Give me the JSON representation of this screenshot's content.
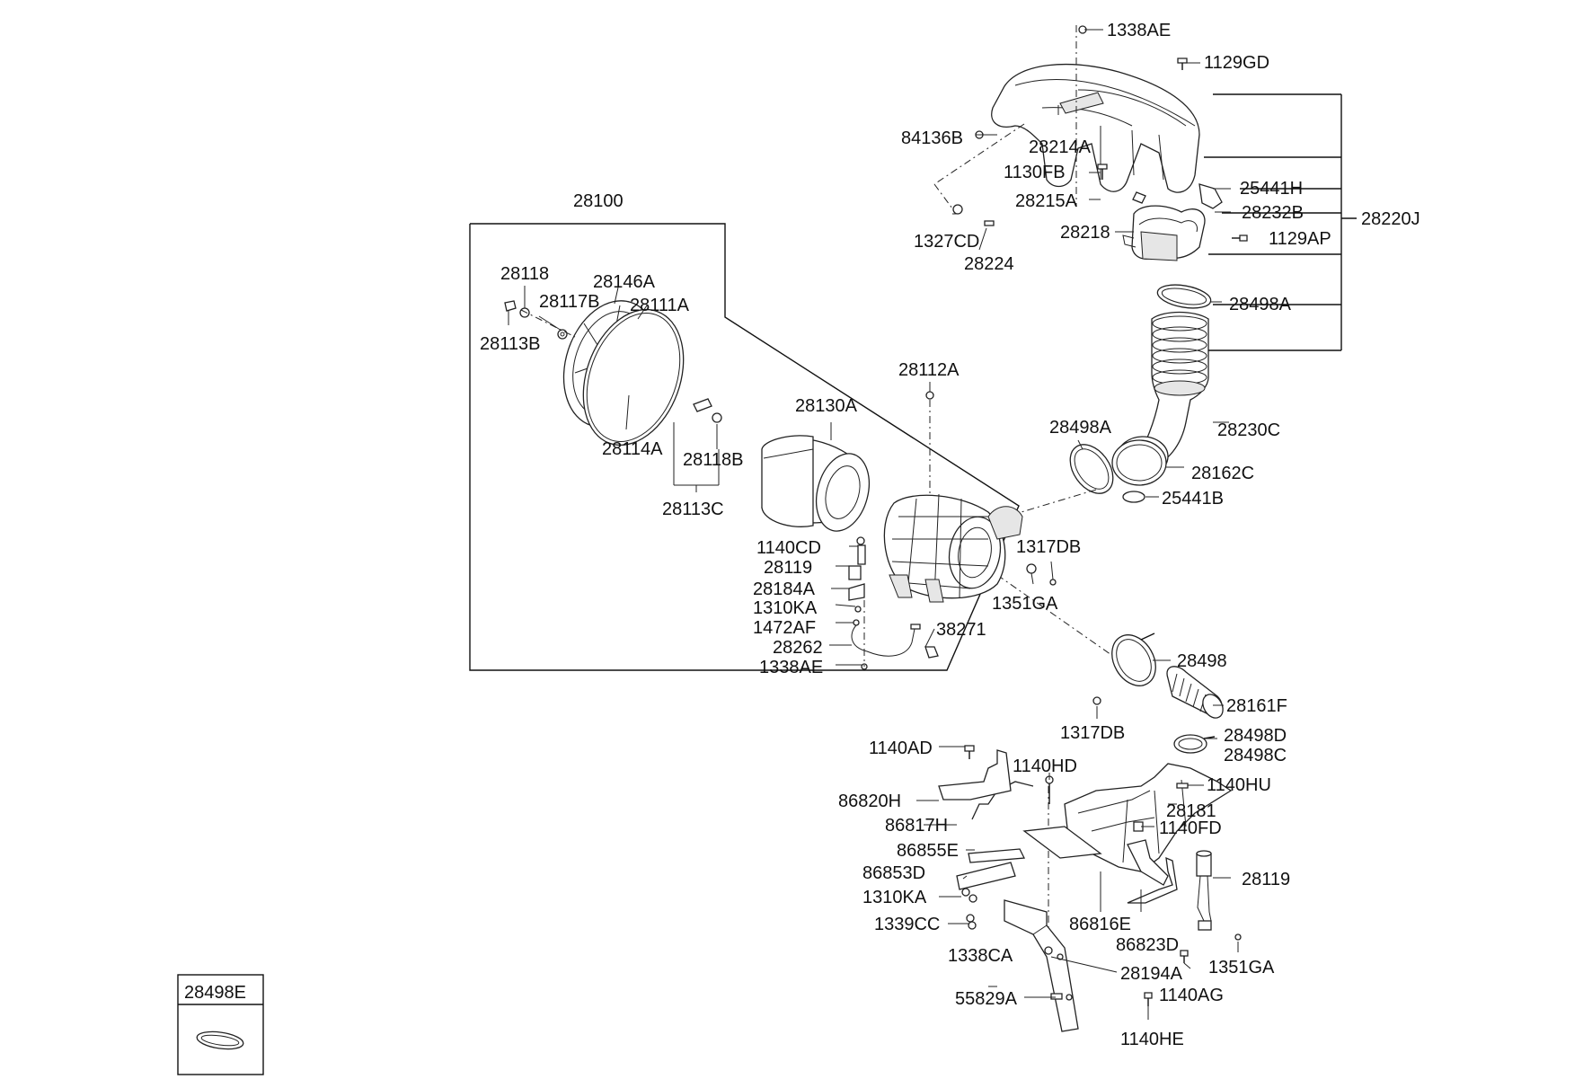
{
  "labels": {
    "p1338AE_top": "1338AE",
    "p1129GD": "1129GD",
    "p84136B": "84136B",
    "p28214A": "28214A",
    "p1130FB": "1130FB",
    "p28215A": "28215A",
    "p25441H": "25441H",
    "p28232B": "28232B",
    "p28220J": "28220J",
    "p1327CD": "1327CD",
    "p28224": "28224",
    "p28218": "28218",
    "p1129AP": "1129AP",
    "p28498A_top": "28498A",
    "p28230C": "28230C",
    "p28498A_mid": "28498A",
    "p28162C": "28162C",
    "p25441B": "25441B",
    "p28100": "28100",
    "p28118": "28118",
    "p28146A": "28146A",
    "p28117B": "28117B",
    "p28111A": "28111A",
    "p28113B": "28113B",
    "p28114A": "28114A",
    "p28118B": "28118B",
    "p28113C": "28113C",
    "p28112A": "28112A",
    "p28130A": "28130A",
    "p1140CD": "1140CD",
    "p28119_a": "28119",
    "p28184A": "28184A",
    "p1310KA_a": "1310KA",
    "p1472AF": "1472AF",
    "p28262": "28262",
    "p1338AE_bot": "1338AE",
    "p38271": "38271",
    "p1317DB_a": "1317DB",
    "p1351GA_a": "1351GA",
    "p28498": "28498",
    "p28161F": "28161F",
    "p1317DB_b": "1317DB",
    "p28498D": "28498D",
    "p28498C": "28498C",
    "p1140AD": "1140AD",
    "p1140HD": "1140HD",
    "p1140HU": "1140HU",
    "p86820H": "86820H",
    "p28181": "28181",
    "p86817H": "86817H",
    "p1140FD": "1140FD",
    "p86855E": "86855E",
    "p86853D": "86853D",
    "p28119_b": "28119",
    "p1310KA_b": "1310KA",
    "p86816E": "86816E",
    "p1339CC": "1339CC",
    "p86823D": "86823D",
    "p1338CA": "1338CA",
    "p1351GA_b": "1351GA",
    "p28194A": "28194A",
    "p1140AG": "1140AG",
    "p55829A": "55829A",
    "p1140HE": "1140HE",
    "p28498E": "28498E"
  }
}
